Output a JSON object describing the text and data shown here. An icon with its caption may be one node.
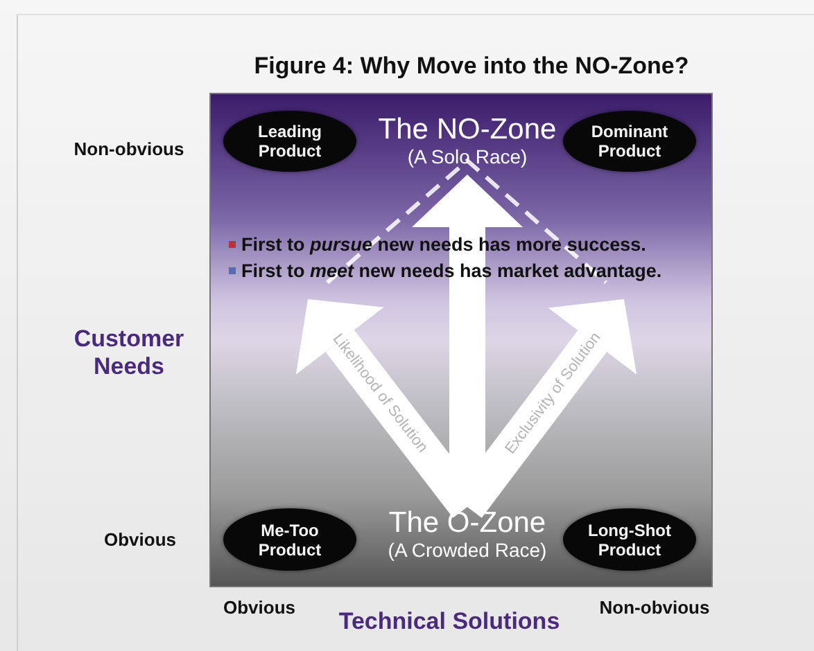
{
  "diagram": {
    "title": "Figure 4: Why Move into the NO-Zone?",
    "nodes": [
      {
        "text": [
          "Leading Product"
        ]
      },
      {
        "text": [
          "The NO-Zone",
          "(A Solo Race)"
        ]
      },
      {
        "text": [
          "Dominant Product"
        ]
      },
      {
        "text": [
          "Me-Too Product"
        ]
      },
      {
        "text": [
          "The O-Zone",
          "(A Crowded Race)"
        ]
      },
      {
        "text": [
          "Long-Shot Product"
        ]
      }
    ],
    "edges": [
      {
        "from": 4,
        "to": null,
        "arrow": "to",
        "label": "Likelihood of Solution"
      },
      {
        "from": 4,
        "to": 1,
        "arrow": "to"
      },
      {
        "from": 4,
        "to": null,
        "arrow": "to",
        "label": "Exclusivity of Solution"
      }
    ],
    "labels": [
      "Non-obvious",
      "First to *pursue* new needs has more success.",
      "First to *meet* new needs has market advantage.",
      "Customer Needs",
      "Obvious",
      "Obvious",
      "Technical Solutions",
      "Non-obvious"
    ]
  }
}
